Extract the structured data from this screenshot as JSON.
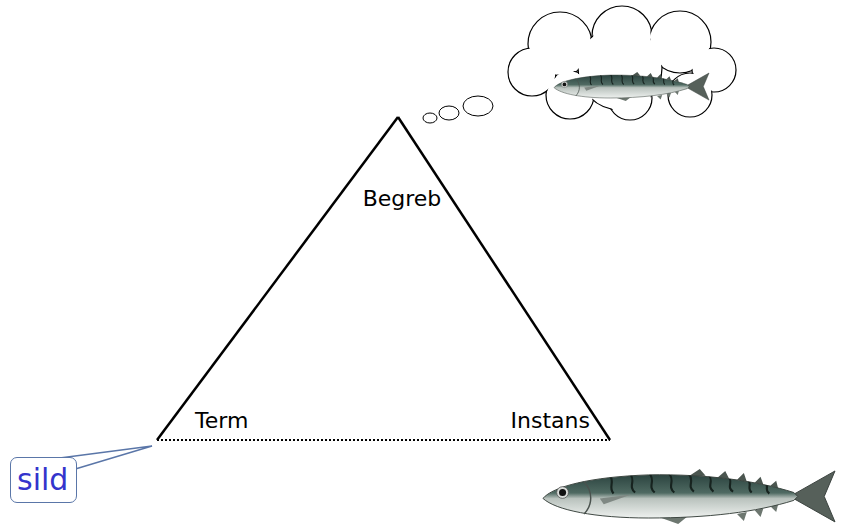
{
  "diagram": {
    "nodes": [
      {
        "text": [
          "sild"
        ]
      }
    ],
    "labels": [
      "Begreb",
      "Term",
      "Instans"
    ]
  }
}
